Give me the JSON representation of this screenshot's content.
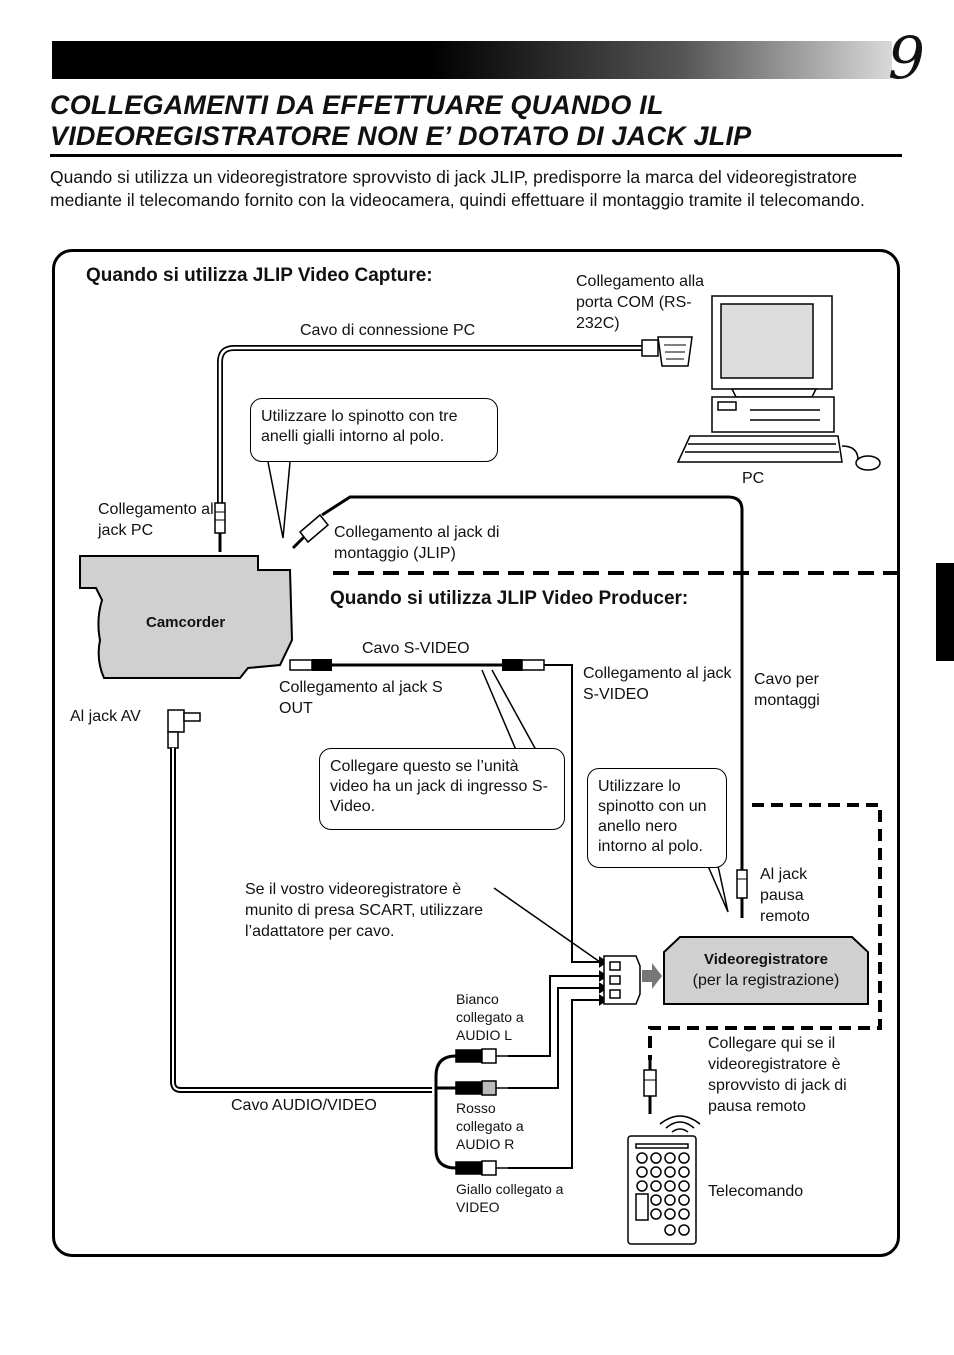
{
  "page": {
    "number": "9",
    "title": "COLLEGAMENTI DA EFFETTUARE QUANDO IL VIDEOREGISTRATORE NON E’ DOTATO DI JACK JLIP",
    "intro": "Quando si utilizza un videoregistratore sprovvisto di jack JLIP,  predisporre la marca del videoregistratore mediante il telecomando fornito con la videocamera, quindi effettuare il montaggio tramite il telecomando."
  },
  "diagram": {
    "section_capture": "Quando si utilizza JLIP Video Capture:",
    "section_producer": "Quando si utilizza JLIP Video Producer:",
    "labels": {
      "com_port": "Collegamento alla porta COM (RS-232C)",
      "pc_cable": "Cavo di connessione PC",
      "pc": "PC",
      "pc_jack": "Collegamento al jack PC",
      "jlip_jack": "Collegamento al jack di montaggio (JLIP)",
      "camcorder": "Camcorder",
      "svideo_cable": "Cavo S-VIDEO",
      "s_out": "Collegamento al jack S OUT",
      "svideo_jack": "Collegamento al jack S-VIDEO",
      "edit_cable": "Cavo per montaggi",
      "av_jack": "Al jack AV",
      "remote_pause": "Al jack pausa remoto",
      "scart_note": "Se il vostro videoregistratore è munito di presa SCART, utilizzare l’adattatore per cavo.",
      "vcr_name": "Videoregistratore",
      "vcr_sub": "(per la registrazione)",
      "white": "Bianco collegato a AUDIO L",
      "red": "Rosso collegato a AUDIO R",
      "yellow": "Giallo collegato a VIDEO",
      "av_cable": "Cavo AUDIO/VIDEO",
      "connect_here": "Collegare qui se il videoregistratore è sprovvisto di jack di pausa remoto",
      "remote": "Telecomando"
    },
    "bubbles": {
      "yellow_rings": "Utilizzare lo spinotto con tre anelli gialli intorno al polo.",
      "svideo_input": "Collegare questo se l’unità video ha un jack di ingresso S-Video.",
      "black_ring": "Utilizzare lo spinotto con un anello nero intorno al polo."
    }
  }
}
